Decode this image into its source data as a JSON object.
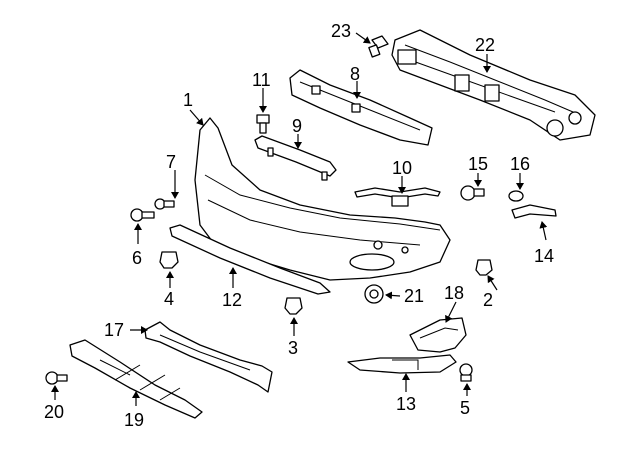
{
  "diagram": {
    "labels": {
      "p1": "1",
      "p2": "2",
      "p3": "3",
      "p4": "4",
      "p5": "5",
      "p6": "6",
      "p7": "7",
      "p8": "8",
      "p9": "9",
      "p10": "10",
      "p11": "11",
      "p12": "12",
      "p13": "13",
      "p14": "14",
      "p15": "15",
      "p16": "16",
      "p17": "17",
      "p18": "18",
      "p19": "19",
      "p20": "20",
      "p21": "21",
      "p22": "22",
      "p23": "23"
    }
  }
}
